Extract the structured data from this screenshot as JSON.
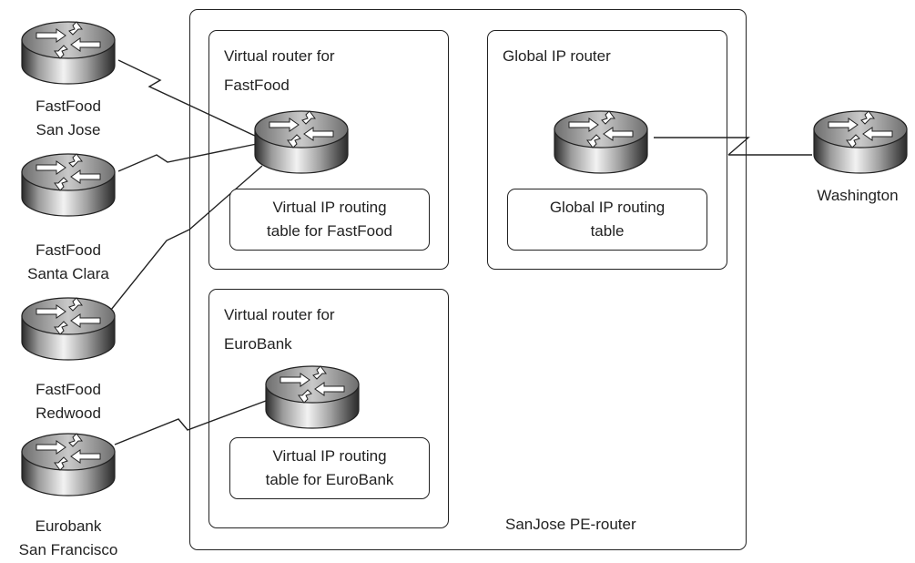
{
  "pe_router": {
    "label": "SanJose PE-router"
  },
  "vrf_fastfood": {
    "title_line1": "Virtual router for",
    "title_line2": "FastFood",
    "table_line1": "Virtual IP routing",
    "table_line2": "table for FastFood"
  },
  "global_router": {
    "title": "Global IP router",
    "table_line1": "Global IP routing",
    "table_line2": "table"
  },
  "vrf_eurobank": {
    "title_line1": "Virtual router for",
    "title_line2": "EuroBank",
    "table_line1": "Virtual IP routing",
    "table_line2": "table for EuroBank"
  },
  "sites": {
    "fastfood_sanjose": {
      "line1": "FastFood",
      "line2": "San Jose"
    },
    "fastfood_santaclara": {
      "line1": "FastFood",
      "line2": "Santa Clara"
    },
    "fastfood_redwood": {
      "line1": "FastFood",
      "line2": "Redwood"
    },
    "eurobank_sf": {
      "line1": "Eurobank",
      "line2": "San Francisco"
    },
    "washington": {
      "line1": "Washington"
    }
  },
  "icon": "router-icon"
}
